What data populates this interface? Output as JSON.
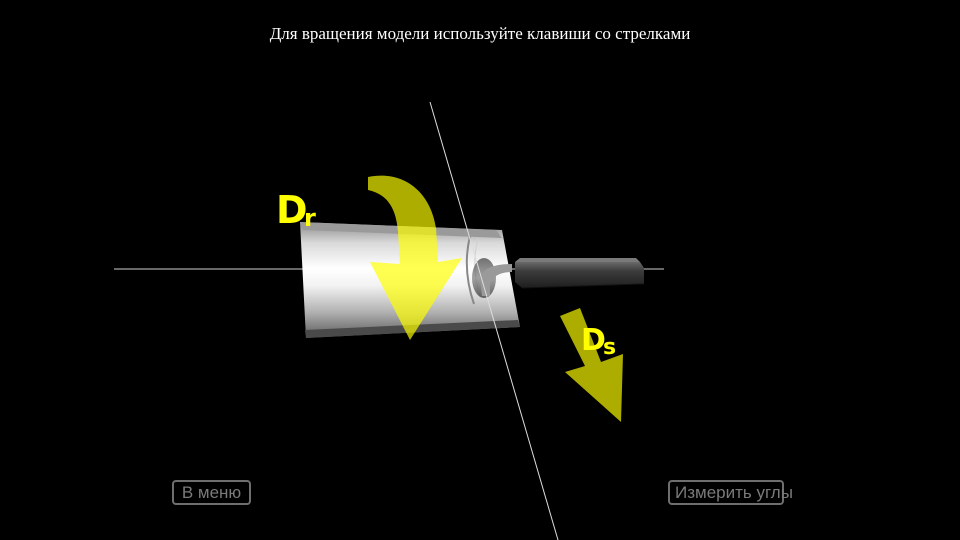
{
  "instruction": "Для вращения модели используйте клавиши со стрелками",
  "labels": {
    "dr_main": "D",
    "dr_sub": "r",
    "ds_main": "D",
    "ds_sub": "s"
  },
  "buttons": {
    "menu": "В меню",
    "measure": "Измерить углы"
  },
  "colors": {
    "background": "#000000",
    "arrow": "#ffff00",
    "button_border": "#6e6e6e",
    "button_text": "#7a7a7a",
    "axis_line": "#d8d8d8"
  },
  "icons": {
    "rotation_arrow": "curved-down-arrow-icon",
    "feed_arrow": "diagonal-down-arrow-icon"
  }
}
